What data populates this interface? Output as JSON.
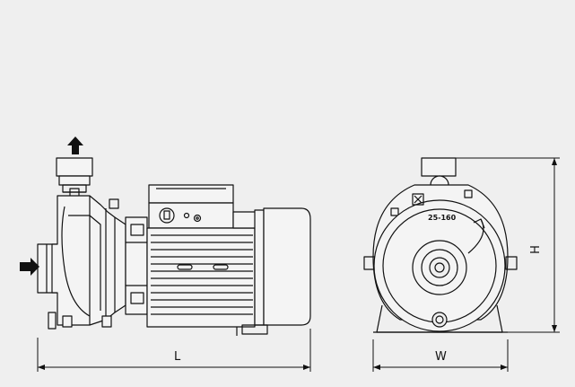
{
  "labels": {
    "length": "L",
    "width": "W",
    "height": "H",
    "model": "25-160"
  },
  "colors": {
    "background": "#efefef",
    "line": "#111111",
    "body_fill": "#f4f4f4"
  },
  "icons": [
    "outlet-arrow-icon",
    "inlet-arrow-icon",
    "rotation-arrow-icon"
  ]
}
